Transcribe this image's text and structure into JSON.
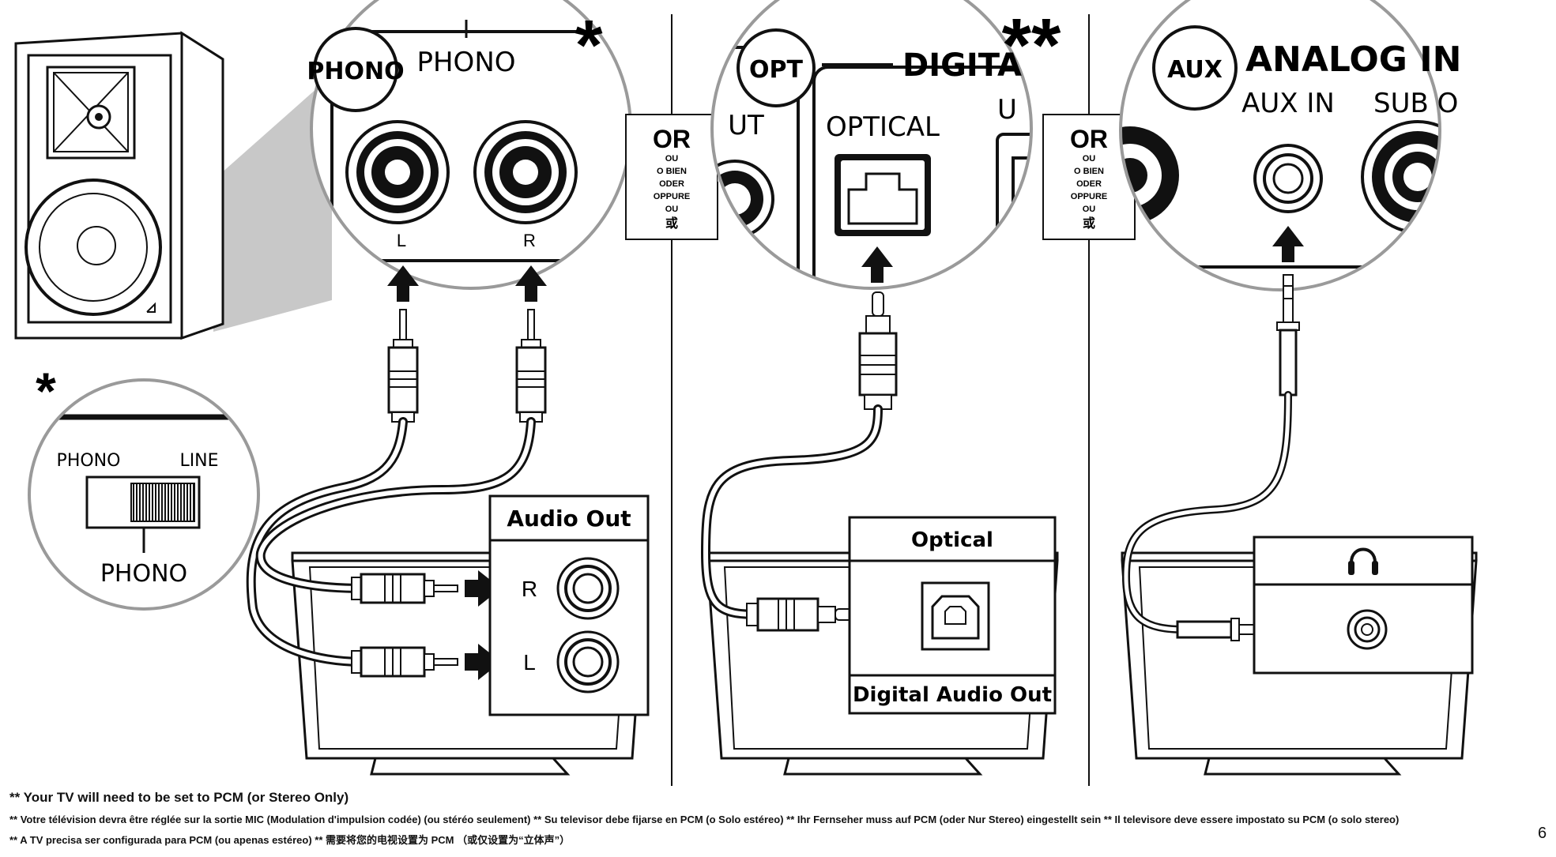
{
  "panel1": {
    "asterisk": "*",
    "badge": "PHONO",
    "header_label": "PHONO",
    "channel_left": "L",
    "channel_right": "R",
    "switch": {
      "asterisk": "*",
      "left_label": "PHONO",
      "right_label": "LINE",
      "selected_label": "PHONO"
    },
    "tv_box": {
      "title": "Audio Out",
      "right_label": "R",
      "left_label": "L"
    }
  },
  "or_box": {
    "main": "OR",
    "lines": [
      "OU",
      "O BIEN",
      "ODER",
      "OPPURE",
      "OU",
      "或"
    ]
  },
  "panel2": {
    "asterisk": "**",
    "badge": "OPT",
    "header_label": "DIGITA",
    "partial_out": "UT",
    "optical_label": "OPTICAL",
    "partial_usb": "U",
    "tv_box": {
      "title": "Optical",
      "footer": "Digital Audio Out"
    }
  },
  "panel3": {
    "badge": "AUX",
    "header_label": "ANALOG IN",
    "aux_label": "AUX IN",
    "sub_label": "SUB O"
  },
  "footnotes": {
    "main": "** Your TV will need to be set to PCM (or Stereo Only)",
    "line2": "** Votre télévision devra être réglée sur la sortie MIC (Modulation d'impulsion codée) (ou stéréo seulement)  ** Su televisor debe fijarse en PCM (o Solo estéreo)  ** Ihr Fernseher muss auf PCM (oder Nur Stereo) eingestellt sein  ** Il televisore deve essere impostato su PCM (o solo stereo)",
    "line3": "** A TV precisa ser configurada para PCM (ou apenas estéreo)  ** 需要将您的电视设置为 PCM （或仅设置为“立体声”）"
  },
  "page_number": "6",
  "colors": {
    "line": "#111111",
    "gray_zoom": "#c8c8c8",
    "circle_stroke": "#9a9a9a"
  }
}
